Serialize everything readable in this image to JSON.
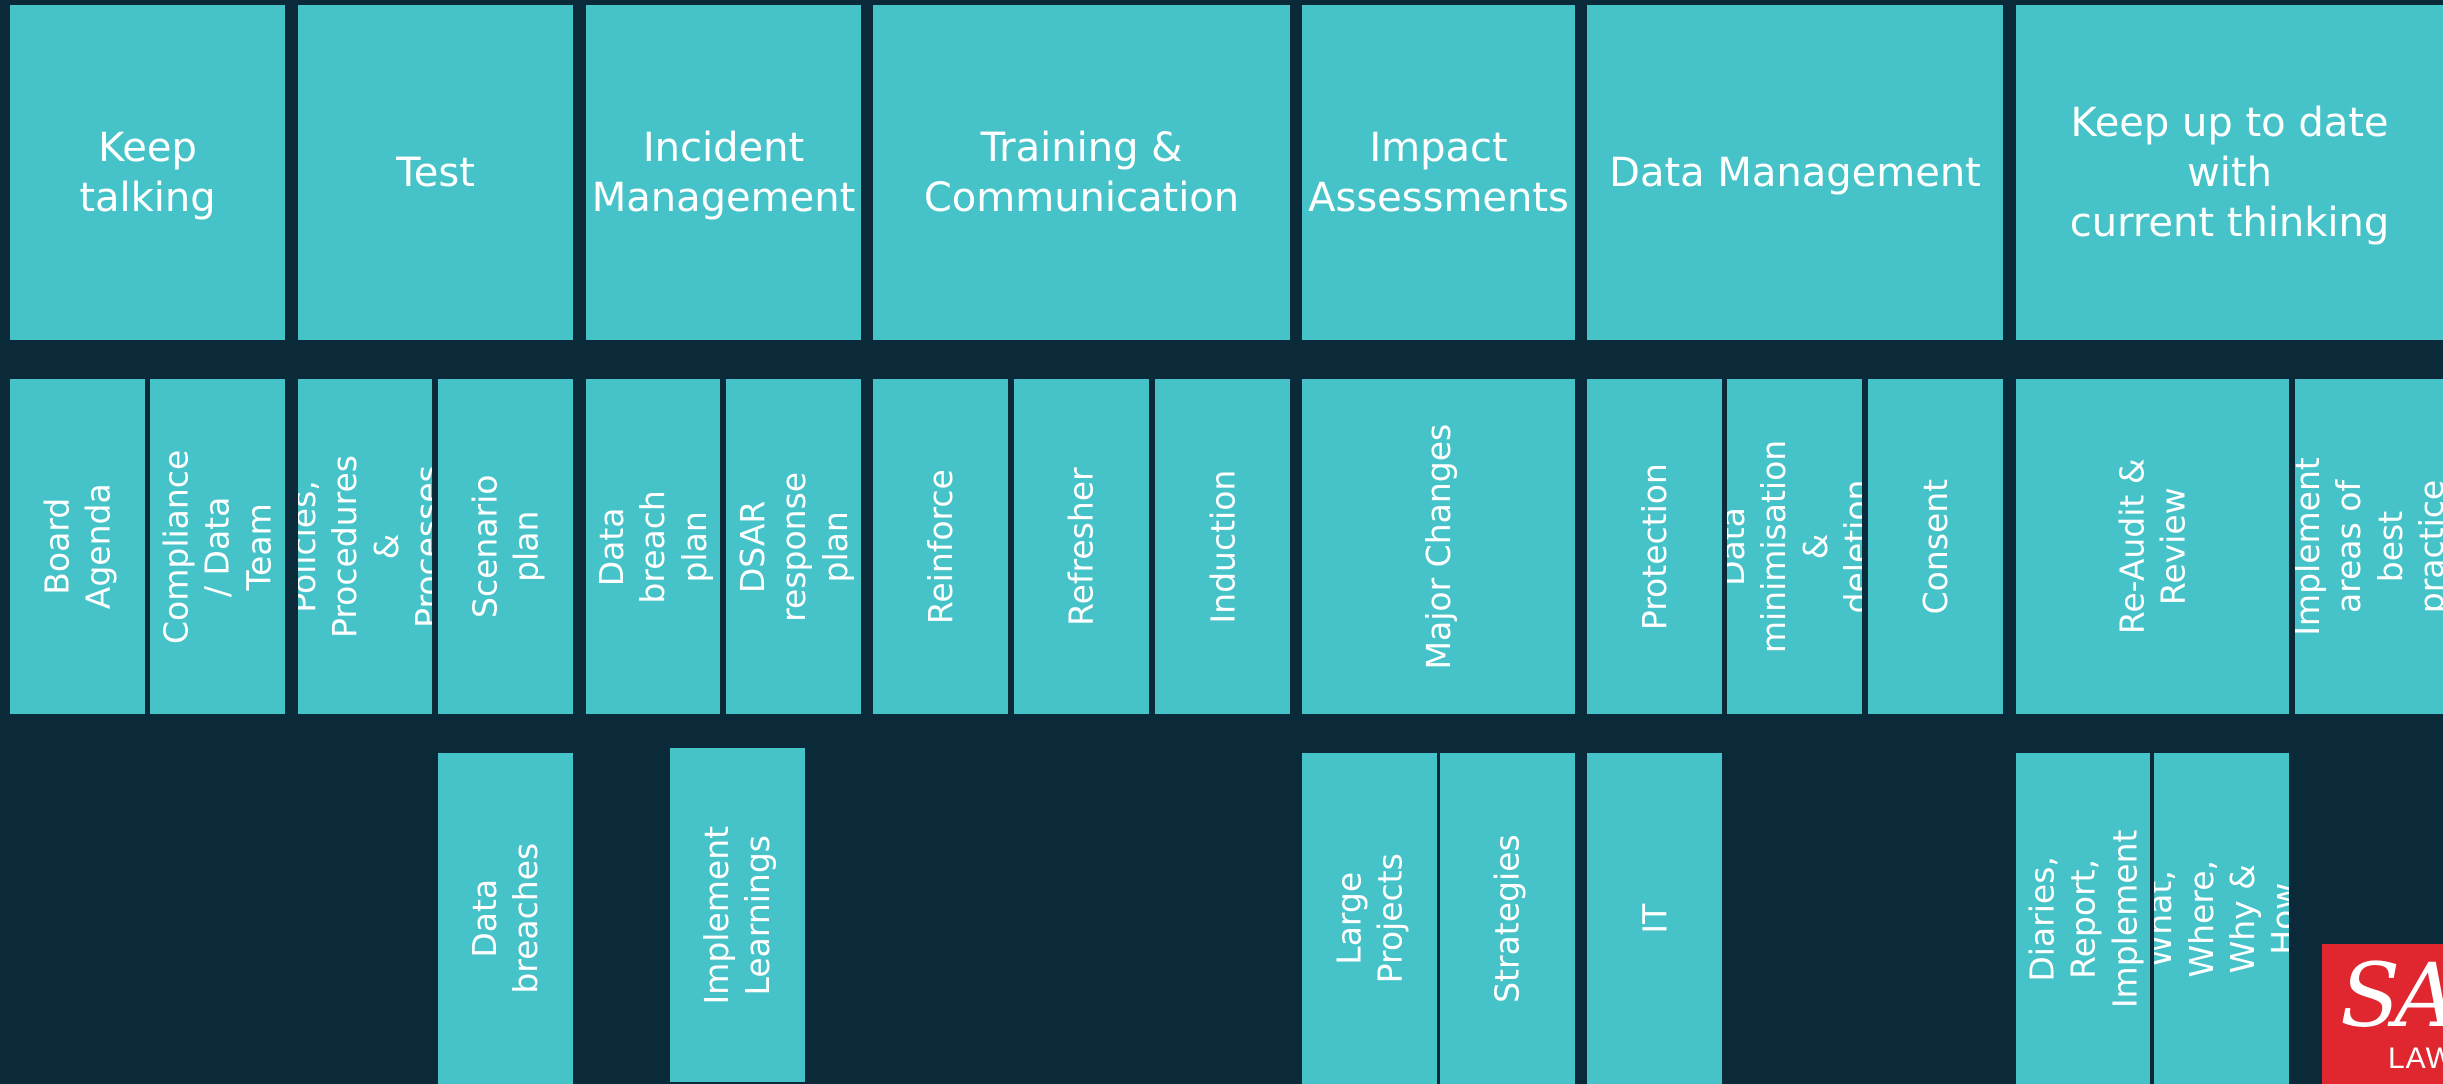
{
  "headers": [
    "Keep talking",
    "Test",
    "Incident\nManagement",
    "Training &\nCommunication",
    "Impact\nAssessments",
    "Data Management",
    "Keep up to date with\ncurrent thinking"
  ],
  "row2": [
    "Board Agenda",
    "Compliance / Data\nTeam",
    "Policies, Procedures\n& Processes",
    "Scenario plan",
    "Data breach plan",
    "DSAR response plan",
    "Reinforce",
    "Refresher",
    "Induction",
    "Major Changes",
    "Protection",
    "Data minimisation &\ndeletion",
    "Consent",
    "Re-Audit & Review",
    "Implement areas of\nbest practice"
  ],
  "row3": [
    "Data breaches",
    "Implement\nLearnings",
    "Large Projects",
    "Strategies",
    "IT",
    "Diaries, Report,\nImplement",
    "Who, What, Where,\nWhy & How long"
  ],
  "logo": {
    "mark": "SA",
    "sub": "LAW",
    "color": "#e0262e"
  },
  "colors": {
    "background": "#0a2a3a",
    "box": "#45c3c8",
    "text": "#ffffff"
  }
}
